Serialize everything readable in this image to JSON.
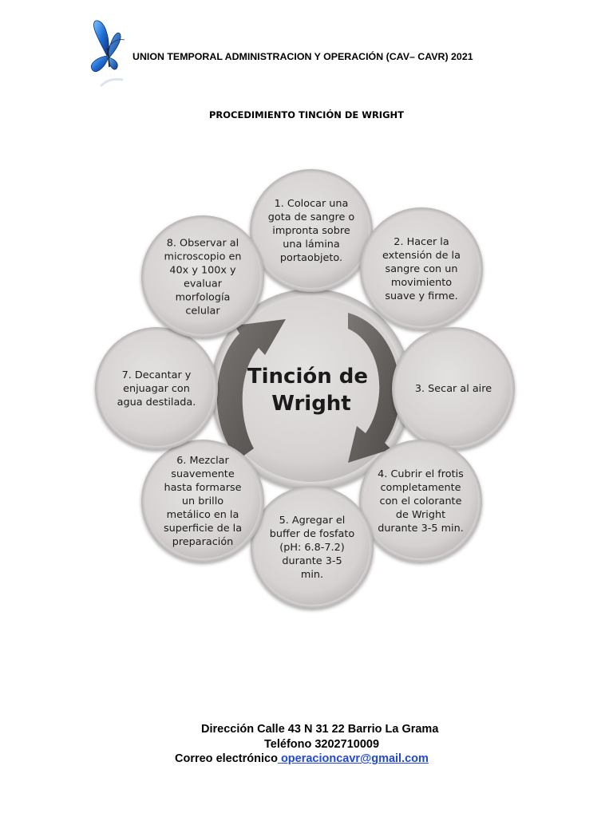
{
  "header": {
    "organization": "UNION TEMPORAL ADMINISTRACION Y OPERACIÓN (CAV– CAVR) 2021",
    "logo_icon": "butterfly-icon"
  },
  "document": {
    "title": "PROCEDIMIENTO TINCIÓN DE WRIGHT"
  },
  "diagram": {
    "center_lines": [
      "Tinción de",
      "Wright"
    ],
    "steps": [
      {
        "lines": [
          "1. Colocar una",
          "gota de sangre o",
          "impronta sobre",
          "una lámina",
          "portaobjeto."
        ]
      },
      {
        "lines": [
          "2. Hacer la",
          "extensión de la",
          "sangre con un",
          "movimiento",
          "suave y firme."
        ]
      },
      {
        "lines": [
          "3. Secar al aire"
        ]
      },
      {
        "lines": [
          "4. Cubrir el frotis",
          "completamente",
          "con el colorante",
          "de Wright",
          "durante 3-5 min."
        ]
      },
      {
        "lines": [
          "5. Agregar el",
          "buffer de fosfato",
          "(pH: 6.8-7.2)",
          "durante 3-5",
          "min."
        ]
      },
      {
        "lines": [
          "6. Mezclar",
          "suavemente",
          "hasta formarse",
          "un brillo",
          "metálico en la",
          "superficie de la",
          "preparación"
        ]
      },
      {
        "lines": [
          "7. Decantar y",
          "enjuagar con",
          "agua destilada."
        ]
      },
      {
        "lines": [
          "8. Observar al",
          "microscopio en",
          "40x y 100x y",
          "evaluar",
          "morfología",
          "celular"
        ]
      }
    ],
    "colors": {
      "circle_fill": "#d9d6d6",
      "circle_ring": "#ffffff",
      "arrow": "#5e5a57"
    }
  },
  "footer": {
    "address": "Dirección Calle 43 N 31 22 Barrio La Grama",
    "phone": "Teléfono 3202710009",
    "email_label": "Correo electrónico",
    "email": " operacioncavr@gmail.com",
    "link_color": "#1f49d6"
  }
}
